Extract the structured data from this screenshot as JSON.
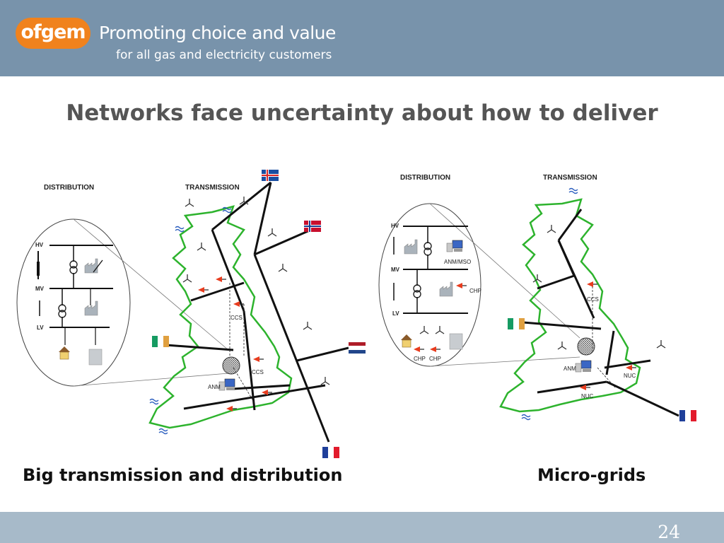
{
  "header": {
    "logo": "ofgem",
    "tagline_line1": "Promoting choice and value",
    "tagline_line2": "for all gas and electricity customers"
  },
  "title": "Networks face uncertainty about how to deliver",
  "left_diagram": {
    "distribution_label": "DISTRIBUTION",
    "transmission_label": "TRANSMISSION",
    "hv": "HV",
    "mv": "MV",
    "lv": "LV",
    "ccs_1": "CCS",
    "ccs_2": "CCS",
    "anm": "ANM"
  },
  "right_diagram": {
    "distribution_label": "DISTRIBUTION",
    "transmission_label": "TRANSMISSION",
    "hv": "HV",
    "mv": "MV",
    "lv": "LV",
    "anm_mso": "ANM/MSO",
    "chp_1": "CHP",
    "chp_2": "CHP",
    "chp_3": "CHP",
    "ccs": "CCS",
    "anm": "ANM",
    "nuc_1": "NUC",
    "nuc_2": "NUC"
  },
  "captions": {
    "left": "Big transmission and distribution",
    "right": "Micro-grids"
  },
  "page_number": "24",
  "colors": {
    "header_bg": "#7893ab",
    "logo_orange": "#f0821d",
    "coast_green": "#2db32d",
    "footer_bg": "#a7bac9",
    "title_gray": "#555555"
  },
  "icons": [
    "wind-turbine-icon",
    "wave-icon",
    "flag-iceland-icon",
    "flag-norway-icon",
    "flag-ireland-icon",
    "flag-netherlands-icon",
    "flag-france-icon",
    "factory-icon",
    "house-icon",
    "transformer-icon",
    "computer-icon",
    "plug-icon"
  ]
}
